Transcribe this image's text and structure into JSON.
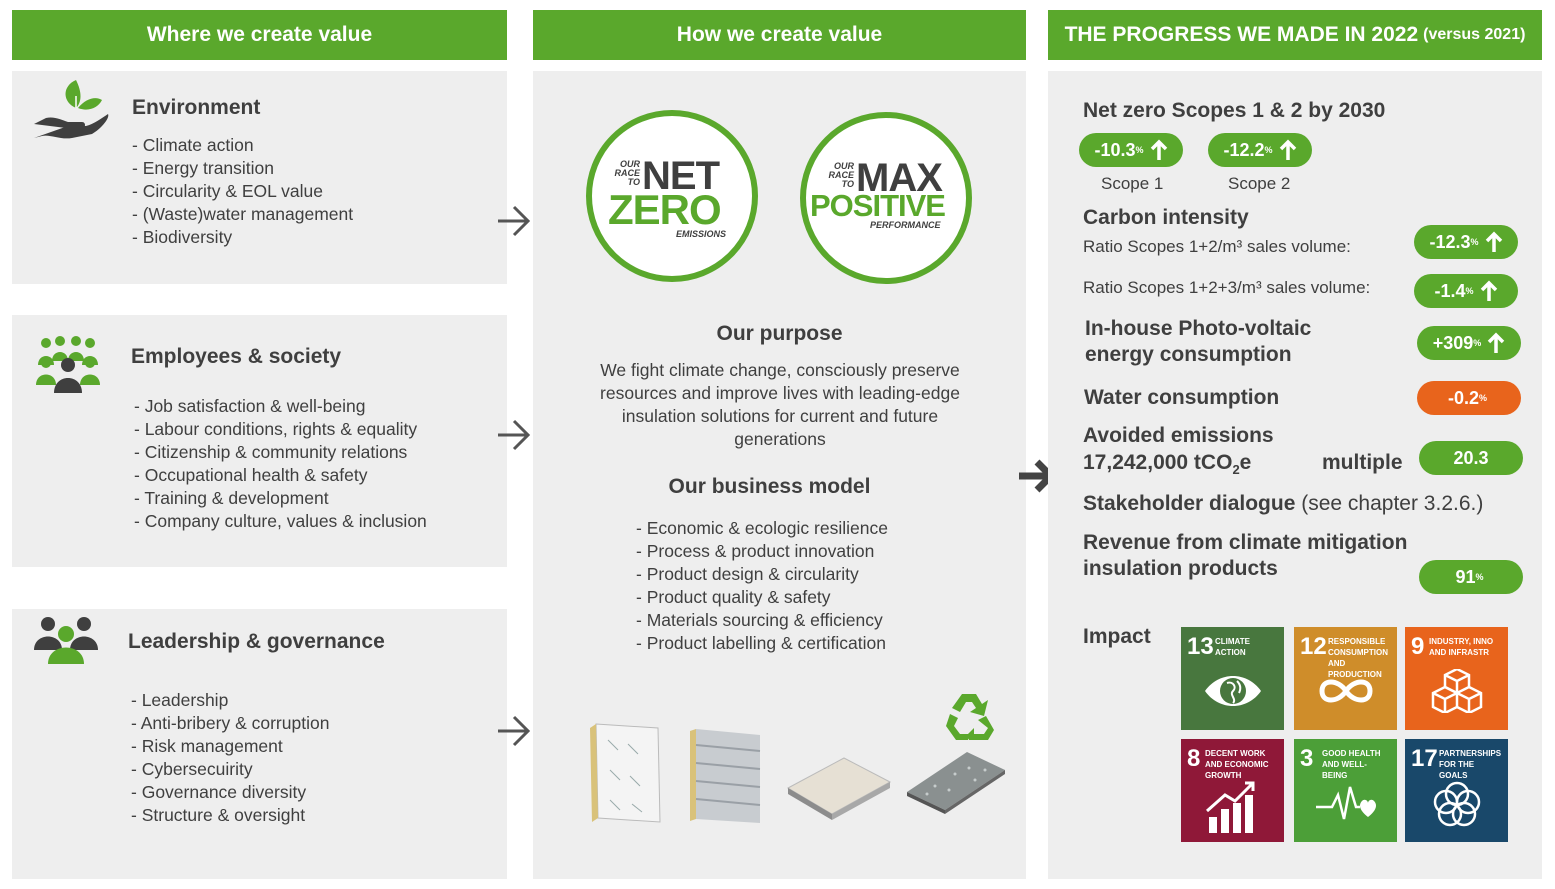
{
  "headers": {
    "where": "Where we create value",
    "how": "How we create value",
    "progress_main": "THE PROGRESS WE MADE IN 2022",
    "progress_small": "(versus 2021)"
  },
  "environment": {
    "title": "Environment",
    "items": [
      "Climate action",
      "Energy transition",
      "Circularity & EOL value",
      "(Waste)water management",
      "Biodiversity"
    ]
  },
  "employees": {
    "title": "Employees & society",
    "items": [
      "Job satisfaction & well-being",
      "Labour conditions, rights & equality",
      "Citizenship & community relations",
      "Occupational health & safety",
      "Training & development",
      "Company culture, values & inclusion"
    ]
  },
  "leadership": {
    "title": "Leadership & governance",
    "items": [
      "Leadership",
      "Anti-bribery & corruption",
      "Risk management",
      "Cybersecuirity",
      "Governance diversity",
      "Structure & oversight"
    ]
  },
  "badges": {
    "net": {
      "prefix": "OUR RACE TO",
      "big1": "NET",
      "big2": "ZERO",
      "tag": "EMISSIONS"
    },
    "max": {
      "prefix": "OUR RACE TO",
      "big1": "MAX",
      "big2": "POSITIVE",
      "tag": "PERFORMANCE"
    }
  },
  "purpose": {
    "title": "Our purpose",
    "text": "We fight climate change, consciously preserve resources and improve lives with leading-edge insulation solutions for current and future generations"
  },
  "business_model": {
    "title": "Our business model",
    "items": [
      "Economic & ecologic resilience",
      "Process & product innovation",
      "Product design & circularity",
      "Product quality & safety",
      "Materials sourcing & efficiency",
      "Product labelling & certification"
    ]
  },
  "progress": {
    "net_zero": {
      "title": "Net zero Scopes 1 & 2 by 2030",
      "scope1": {
        "value": "-10.3",
        "unit": "%",
        "label": "Scope 1"
      },
      "scope2": {
        "value": "-12.2",
        "unit": "%",
        "label": "Scope 2"
      }
    },
    "carbon": {
      "title": "Carbon intensity",
      "ratio1_label": "Ratio Scopes 1+2/m³ sales volume:",
      "ratio1_value": "-12.3",
      "ratio2_label": "Ratio Scopes 1+2+3/m³ sales volume:",
      "ratio2_value": "-1.4",
      "unit": "%"
    },
    "pv": {
      "title_line1": "In-house Photo-voltaic",
      "title_line2": "energy consumption",
      "value": "+309",
      "unit": "%"
    },
    "water": {
      "title": "Water consumption",
      "value": "-0.2",
      "unit": "%"
    },
    "avoided": {
      "title": "Avoided emissions",
      "amount": "17,242,000 tCO",
      "sub": "2",
      "suffix": "e",
      "multiple_label": "multiple",
      "value": "20.3"
    },
    "stakeholder": {
      "title": "Stakeholder dialogue",
      "note": "(see chapter 3.2.6.)"
    },
    "revenue": {
      "title_line1": "Revenue from climate mitigation",
      "title_line2": "insulation products",
      "value": "91",
      "unit": "%"
    },
    "impact_label": "Impact"
  },
  "sdgs": [
    {
      "num": "13",
      "label": "CLIMATE ACTION",
      "color": "#48773e",
      "icon": "eye-globe-icon"
    },
    {
      "num": "12",
      "label": "RESPONSIBLE CONSUMPTION AND PRODUCTION",
      "color": "#cf8d2a",
      "icon": "infinity-icon"
    },
    {
      "num": "9",
      "label": "INDUSTRY, INNO AND INFRASTR",
      "color": "#e8641c",
      "icon": "cubes-icon"
    },
    {
      "num": "8",
      "label": "DECENT WORK AND ECONOMIC GROWTH",
      "color": "#8f1838",
      "icon": "growth-chart-icon"
    },
    {
      "num": "3",
      "label": "GOOD HEALTH AND WELL-BEING",
      "color": "#4c9f38",
      "icon": "heartbeat-icon"
    },
    {
      "num": "17",
      "label": "PARTNERSHIPS FOR THE GOALS",
      "color": "#19486a",
      "icon": "rings-icon"
    }
  ],
  "colors": {
    "green": "#5aa82c",
    "orange": "#e8641c",
    "panel": "#eeeeee",
    "text": "#3f3f3f"
  }
}
